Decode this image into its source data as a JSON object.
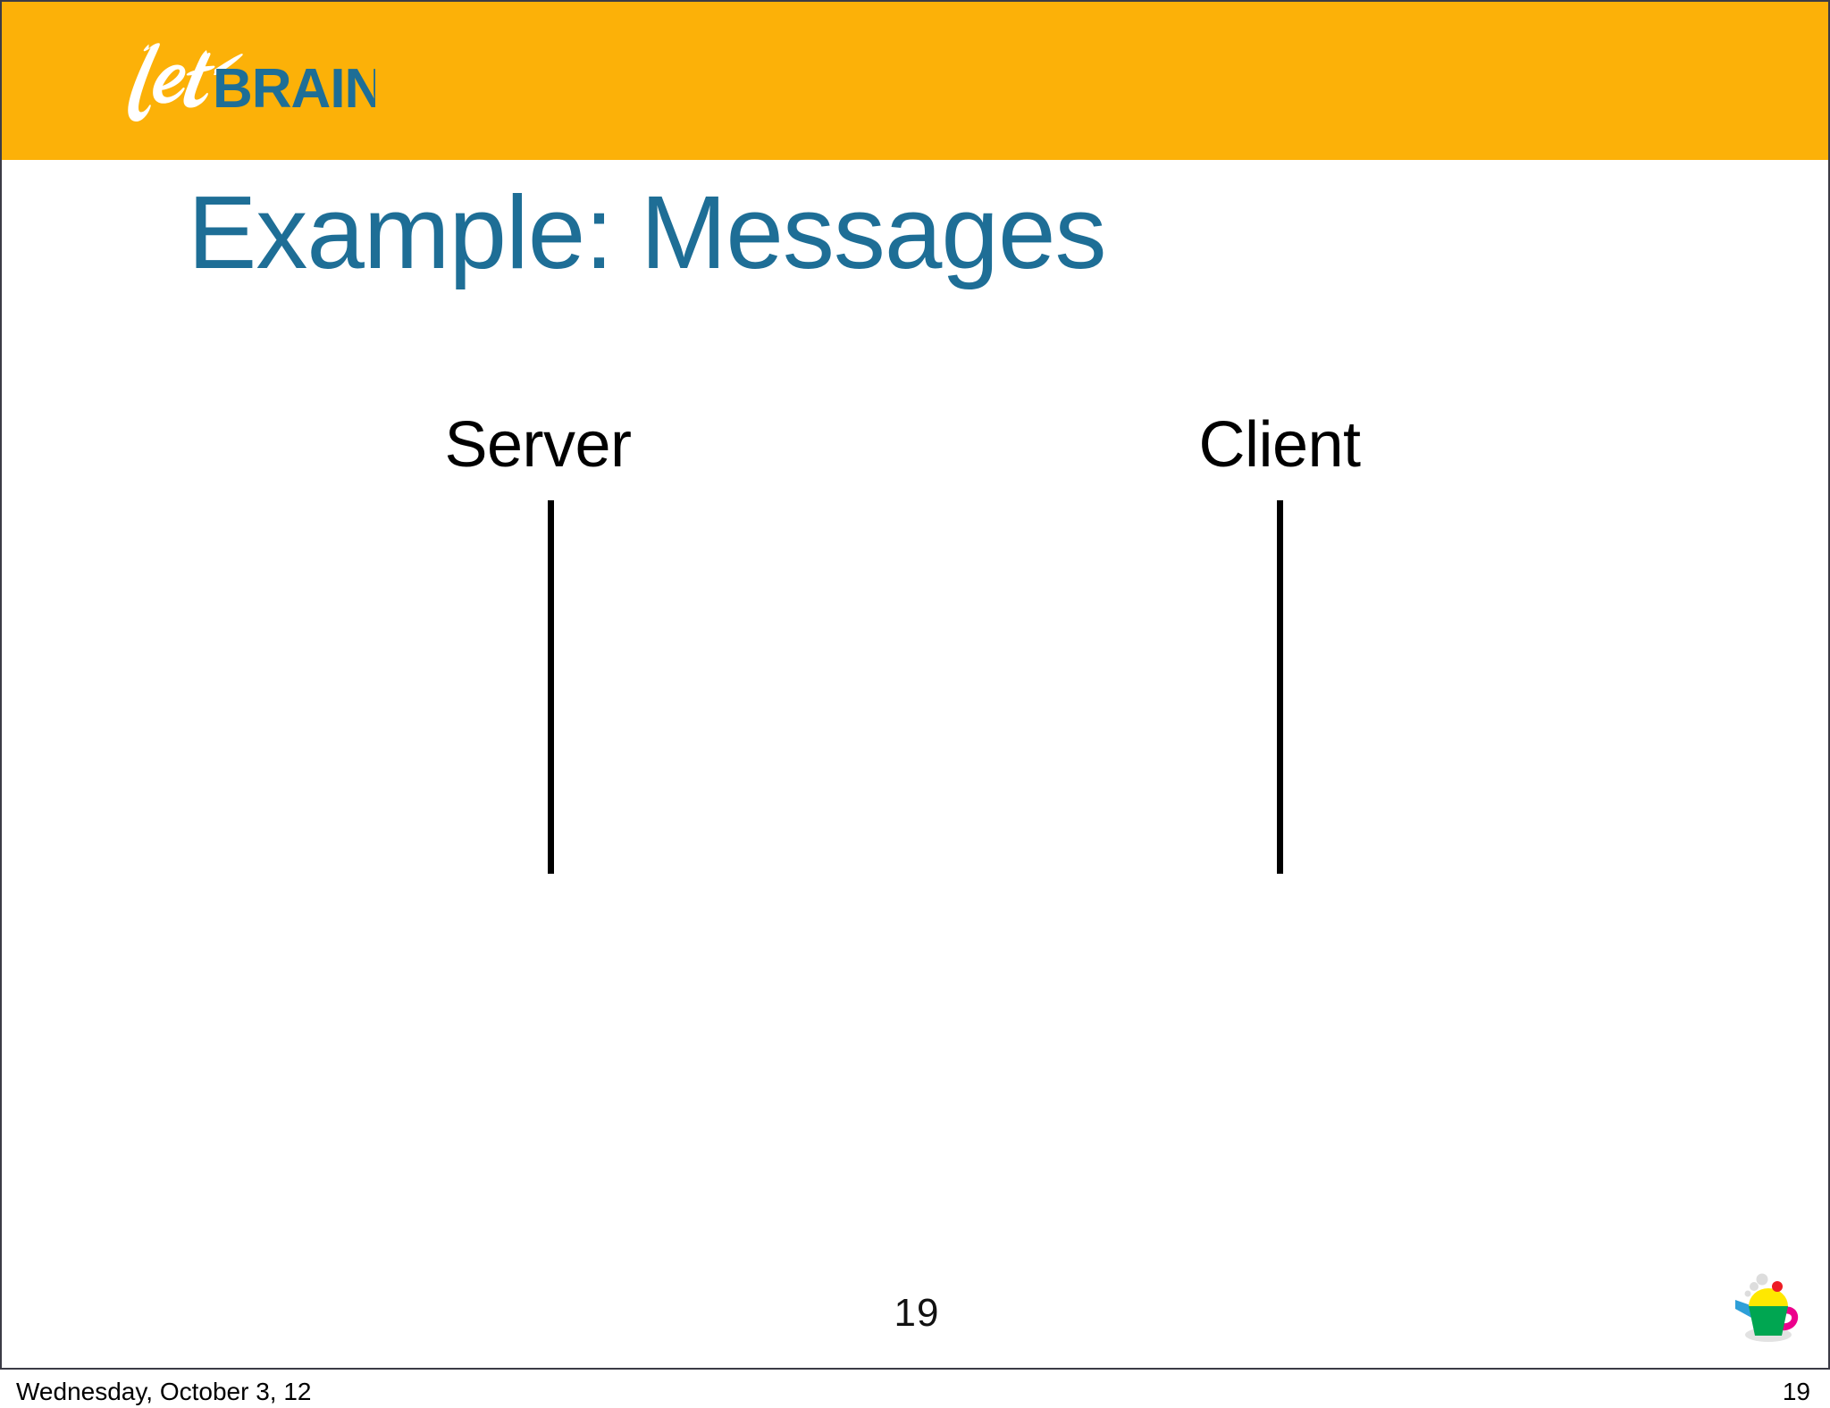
{
  "slide": {
    "title": "Example: Messages",
    "page_number": "19",
    "title_color": "#1E6E96",
    "banner_color": "#FCB108"
  },
  "brand": {
    "logo_script_text": "Jet",
    "logo_bold_text": "BRAINS",
    "script_color": "#FFFFFF",
    "bold_color": "#1E6E96"
  },
  "diagram": {
    "type": "sequence-diagram",
    "participants": [
      {
        "label": "Server",
        "lifeline": true
      },
      {
        "label": "Client",
        "lifeline": true
      }
    ],
    "messages": []
  },
  "decoration": {
    "teapot_icon_name": "teapot-icon",
    "teapot_body_color": "#00A651",
    "teapot_lid_color": "#FFE800",
    "teapot_knob_color": "#ED1C24",
    "teapot_spout_color": "#2E9FD8",
    "teapot_handle_color": "#EC008C",
    "teapot_steam_color": "#D8D8D8"
  },
  "footer": {
    "date": "Wednesday, October 3, 12",
    "page_number": "19"
  }
}
